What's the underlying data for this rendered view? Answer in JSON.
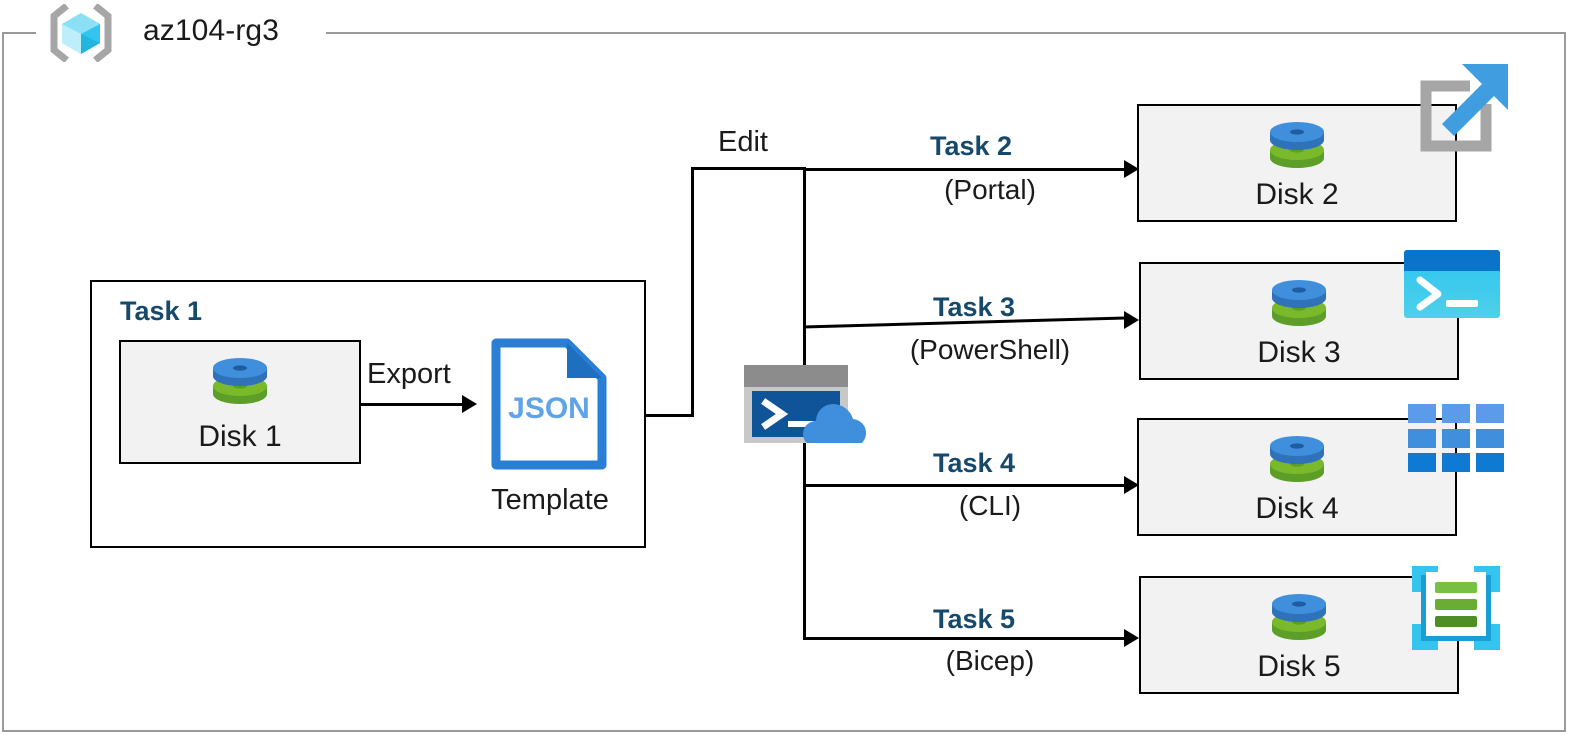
{
  "diagram": {
    "type": "azure-architecture-flow",
    "resource_group": {
      "name": "az104-rg3",
      "icon": "resource-group-cube-icon"
    },
    "source": {
      "task_title": "Task 1",
      "disk_label": "Disk 1",
      "disk_icon": "managed-disk-icon",
      "export_label": "Export",
      "template_icon": "json-file-icon",
      "template_text": "JSON",
      "template_caption": "Template"
    },
    "edit": {
      "label": "Edit",
      "shell_icon": "cloud-shell-icon"
    },
    "branches": [
      {
        "task_title": "Task 2",
        "tool": "(Portal)",
        "disk_label": "Disk 2",
        "disk_icon": "managed-disk-icon",
        "tool_icon": "azure-portal-icon"
      },
      {
        "task_title": "Task 3",
        "tool": "(PowerShell)",
        "disk_label": "Disk 3",
        "disk_icon": "managed-disk-icon",
        "tool_icon": "powershell-icon"
      },
      {
        "task_title": "Task 4",
        "tool": "(CLI)",
        "disk_label": "Disk 4",
        "disk_icon": "managed-disk-icon",
        "tool_icon": "azure-cli-grid-icon"
      },
      {
        "task_title": "Task 5",
        "tool": "(Bicep)",
        "disk_label": "Disk 5",
        "disk_icon": "managed-disk-icon",
        "tool_icon": "bicep-file-icon"
      }
    ],
    "colors": {
      "task_title": "#17496b",
      "boundary": "#9a9a9a",
      "box_border": "#000000",
      "box_fill": "#f2f2f2",
      "disk_top": "#3f8fdc",
      "disk_bottom": "#7ab929",
      "json_blue": "#2a7fd4",
      "portal_arrow": "#3f9de0",
      "portal_frame": "#a6a6a6",
      "powershell_bar": "#0a74cb",
      "powershell_body": "#33c5ef",
      "cli_tile": "#3f8fdc",
      "bicep_frame": "#33c5ef",
      "bicep_bar_1": "#78c043",
      "bicep_bar_2": "#69ad33",
      "bicep_bar_3": "#4e8f25",
      "shell_titlebar": "#8c8c8c",
      "shell_body": "#0f5499",
      "shell_cloud": "#3f8fdc"
    }
  }
}
